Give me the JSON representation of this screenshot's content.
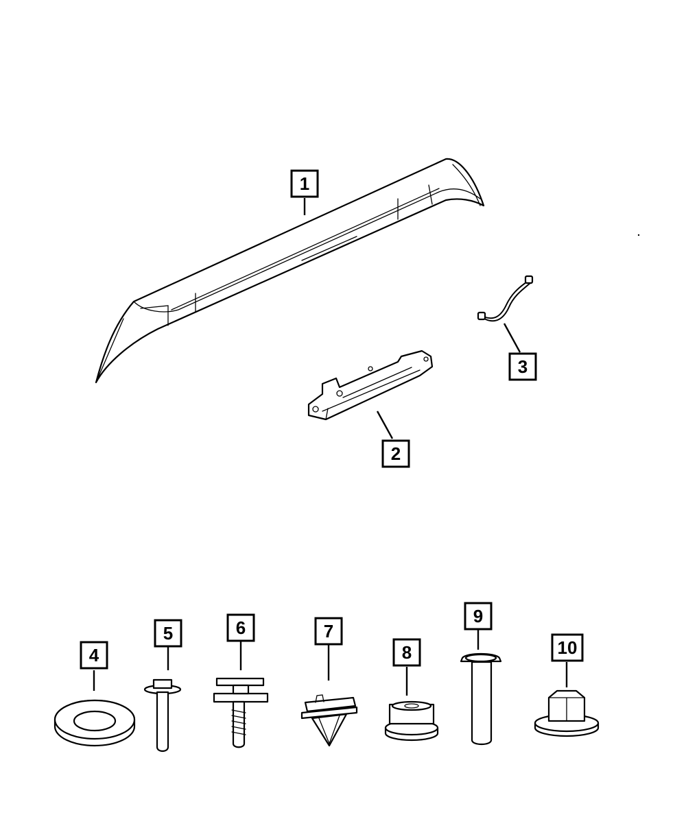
{
  "callouts": [
    {
      "id": "1",
      "label": "1"
    },
    {
      "id": "2",
      "label": "2"
    },
    {
      "id": "3",
      "label": "3"
    },
    {
      "id": "4",
      "label": "4"
    },
    {
      "id": "5",
      "label": "5"
    },
    {
      "id": "6",
      "label": "6"
    },
    {
      "id": "7",
      "label": "7"
    },
    {
      "id": "8",
      "label": "8"
    },
    {
      "id": "9",
      "label": "9"
    },
    {
      "id": "10",
      "label": "10"
    }
  ],
  "parts": [
    {
      "id": "1",
      "icon": "spoiler-icon"
    },
    {
      "id": "2",
      "icon": "brake-lamp-icon"
    },
    {
      "id": "3",
      "icon": "wire-harness-icon"
    },
    {
      "id": "4",
      "icon": "washer-icon"
    },
    {
      "id": "5",
      "icon": "bolt-icon"
    },
    {
      "id": "6",
      "icon": "screw-icon"
    },
    {
      "id": "7",
      "icon": "push-pin-icon"
    },
    {
      "id": "8",
      "icon": "grommet-icon"
    },
    {
      "id": "9",
      "icon": "pin-bolt-icon"
    },
    {
      "id": "10",
      "icon": "nut-icon"
    }
  ]
}
